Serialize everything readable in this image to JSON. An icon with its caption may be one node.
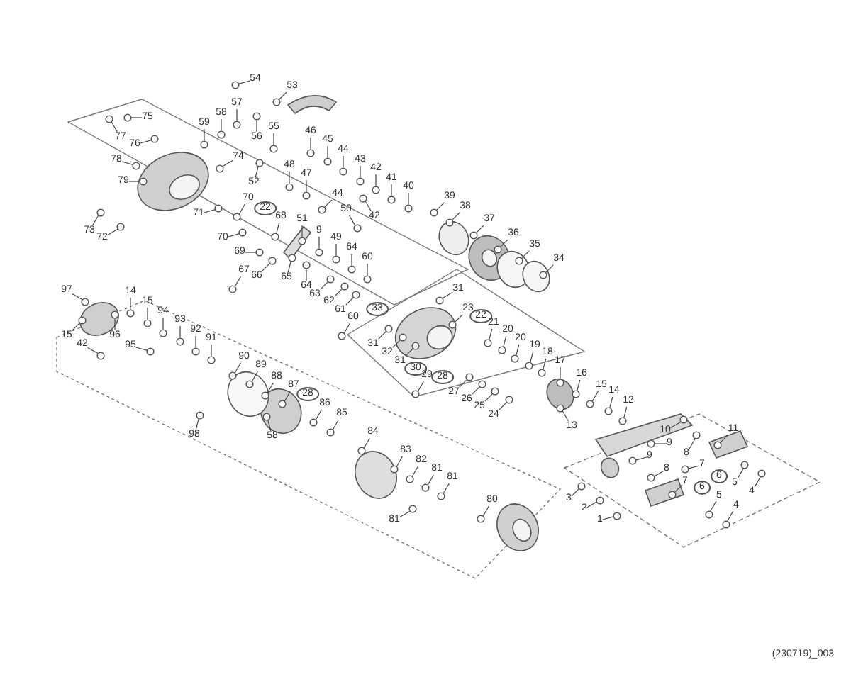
{
  "diagram": {
    "nodes": [
      {
        "text": [
          "75"
        ]
      },
      {
        "text": [
          "54"
        ]
      },
      {
        "text": [
          "53"
        ]
      },
      {
        "text": [
          "57"
        ]
      },
      {
        "text": [
          "58"
        ]
      },
      {
        "text": [
          "59"
        ]
      },
      {
        "text": [
          "55"
        ]
      },
      {
        "text": [
          "46"
        ]
      },
      {
        "text": [
          "56"
        ]
      },
      {
        "text": [
          "77"
        ]
      },
      {
        "text": [
          "45"
        ]
      },
      {
        "text": [
          "76"
        ]
      },
      {
        "text": [
          "44"
        ]
      },
      {
        "text": [
          "74"
        ]
      },
      {
        "text": [
          "43"
        ]
      },
      {
        "text": [
          "78"
        ]
      },
      {
        "text": [
          "48"
        ]
      },
      {
        "text": [
          "42"
        ]
      },
      {
        "text": [
          "47"
        ]
      },
      {
        "text": [
          "41"
        ]
      },
      {
        "text": [
          "79"
        ]
      },
      {
        "text": [
          "52"
        ]
      },
      {
        "text": [
          "40"
        ]
      },
      {
        "text": [
          "44"
        ]
      },
      {
        "text": [
          "39"
        ]
      },
      {
        "text": [
          "70"
        ]
      },
      {
        "text": [
          "22"
        ]
      },
      {
        "text": [
          "38"
        ]
      },
      {
        "text": [
          "50"
        ]
      },
      {
        "text": [
          "71"
        ]
      },
      {
        "text": [
          "68"
        ]
      },
      {
        "text": [
          "42"
        ]
      },
      {
        "text": [
          "51"
        ]
      },
      {
        "text": [
          "37"
        ]
      },
      {
        "text": [
          "9"
        ]
      },
      {
        "text": [
          "73"
        ]
      },
      {
        "text": [
          "36"
        ]
      },
      {
        "text": [
          "72"
        ]
      },
      {
        "text": [
          "70"
        ]
      },
      {
        "text": [
          "49"
        ]
      },
      {
        "text": [
          "35"
        ]
      },
      {
        "text": [
          "64"
        ]
      },
      {
        "text": [
          "69"
        ]
      },
      {
        "text": [
          "60"
        ]
      },
      {
        "text": [
          "34"
        ]
      },
      {
        "text": [
          "67"
        ]
      },
      {
        "text": [
          "66"
        ]
      },
      {
        "text": [
          "65"
        ]
      },
      {
        "text": [
          "64"
        ]
      },
      {
        "text": [
          "31"
        ]
      },
      {
        "text": [
          "97"
        ]
      },
      {
        "text": [
          "14"
        ]
      },
      {
        "text": [
          "63"
        ]
      },
      {
        "text": [
          "15"
        ]
      },
      {
        "text": [
          "62"
        ]
      },
      {
        "text": [
          "33"
        ]
      },
      {
        "text": [
          "23"
        ]
      },
      {
        "text": [
          "61"
        ]
      },
      {
        "text": [
          "94"
        ]
      },
      {
        "text": [
          "22"
        ]
      },
      {
        "text": [
          "60"
        ]
      },
      {
        "text": [
          "93"
        ]
      },
      {
        "text": [
          "21"
        ]
      },
      {
        "text": [
          "92"
        ]
      },
      {
        "text": [
          "20"
        ]
      },
      {
        "text": [
          "15"
        ]
      },
      {
        "text": [
          "96"
        ]
      },
      {
        "text": [
          "20"
        ]
      },
      {
        "text": [
          "91"
        ]
      },
      {
        "text": [
          "42"
        ]
      },
      {
        "text": [
          "31"
        ]
      },
      {
        "text": [
          "95"
        ]
      },
      {
        "text": [
          "19"
        ]
      },
      {
        "text": [
          "32"
        ]
      },
      {
        "text": [
          "18"
        ]
      },
      {
        "text": [
          "90"
        ]
      },
      {
        "text": [
          "31"
        ]
      },
      {
        "text": [
          "17"
        ]
      },
      {
        "text": [
          "89"
        ]
      },
      {
        "text": [
          "30"
        ]
      },
      {
        "text": [
          "16"
        ]
      },
      {
        "text": [
          "29"
        ]
      },
      {
        "text": [
          "88"
        ]
      },
      {
        "text": [
          "28"
        ]
      },
      {
        "text": [
          "15"
        ]
      },
      {
        "text": [
          "87"
        ]
      },
      {
        "text": [
          "14"
        ]
      },
      {
        "text": [
          "27"
        ]
      },
      {
        "text": [
          "28"
        ]
      },
      {
        "text": [
          "12"
        ]
      },
      {
        "text": [
          "26"
        ]
      },
      {
        "text": [
          "86"
        ]
      },
      {
        "text": [
          "25"
        ]
      },
      {
        "text": [
          "85"
        ]
      },
      {
        "text": [
          "24"
        ]
      },
      {
        "text": [
          "13"
        ]
      },
      {
        "text": [
          "11"
        ]
      },
      {
        "text": [
          "10"
        ]
      },
      {
        "text": [
          "84"
        ]
      },
      {
        "text": [
          "98"
        ]
      },
      {
        "text": [
          "58"
        ]
      },
      {
        "text": [
          "9"
        ]
      },
      {
        "text": [
          "83"
        ]
      },
      {
        "text": [
          "9"
        ]
      },
      {
        "text": [
          "8"
        ]
      },
      {
        "text": [
          "82"
        ]
      },
      {
        "text": [
          "7"
        ]
      },
      {
        "text": [
          "8"
        ]
      },
      {
        "text": [
          "81"
        ]
      },
      {
        "text": [
          "6"
        ]
      },
      {
        "text": [
          "81"
        ]
      },
      {
        "text": [
          "7"
        ]
      },
      {
        "text": [
          "5"
        ]
      },
      {
        "text": [
          "6"
        ]
      },
      {
        "text": [
          "4"
        ]
      },
      {
        "text": [
          "5"
        ]
      },
      {
        "text": [
          "3"
        ]
      },
      {
        "text": [
          "80"
        ]
      },
      {
        "text": [
          "4"
        ]
      },
      {
        "text": [
          "2"
        ]
      },
      {
        "text": [
          "81"
        ]
      },
      {
        "text": [
          "1"
        ]
      },
      {
        "text": [],
        "shape": "circle"
      },
      {
        "text": [],
        "shape": "circle"
      },
      {
        "text": [],
        "shape": "circle"
      },
      {
        "text": [],
        "shape": "circle"
      },
      {
        "text": [],
        "shape": "circle"
      },
      {
        "text": [],
        "shape": "circle"
      },
      {
        "text": [],
        "shape": "circle"
      },
      {
        "text": [],
        "shape": "circle"
      },
      {
        "text": [],
        "shape": "circle"
      },
      {
        "text": [],
        "shape": "circle"
      },
      {
        "text": [],
        "shape": "circle"
      },
      {
        "text": [],
        "shape": "circle"
      },
      {
        "text": [],
        "shape": "circle"
      },
      {
        "text": [],
        "shape": "circle"
      },
      {
        "text": [],
        "shape": "circle"
      },
      {
        "text": [],
        "shape": "circle"
      },
      {
        "text": [],
        "shape": "circle"
      },
      {
        "text": [],
        "shape": "circle"
      },
      {
        "text": [],
        "shape": "circle"
      },
      {
        "text": [],
        "shape": "circle"
      },
      {
        "text": [],
        "shape": "circle"
      },
      {
        "text": [],
        "shape": "circle"
      },
      {
        "text": [],
        "shape": "circle"
      },
      {
        "text": [],
        "shape": "circle"
      },
      {
        "text": [],
        "shape": "circle"
      },
      {
        "text": [],
        "shape": "circle"
      },
      {
        "text": [],
        "shape": "circle"
      },
      {
        "text": [],
        "shape": "circle"
      },
      {
        "text": [],
        "shape": "circle"
      },
      {
        "text": [],
        "shape": "circle"
      },
      {
        "text": [],
        "shape": "circle"
      },
      {
        "text": [],
        "shape": "circle"
      },
      {
        "text": [],
        "shape": "circle"
      },
      {
        "text": [],
        "shape": "circle"
      },
      {
        "text": [],
        "shape": "circle"
      },
      {
        "text": [],
        "shape": "circle"
      },
      {
        "text": [],
        "shape": "circle"
      },
      {
        "text": [],
        "shape": "circle"
      },
      {
        "text": [],
        "shape": "circle"
      },
      {
        "text": [],
        "shape": "circle"
      },
      {
        "text": [],
        "shape": "circle"
      },
      {
        "text": [],
        "shape": "circle"
      },
      {
        "text": [],
        "shape": "circle"
      },
      {
        "text": [],
        "shape": "circle"
      },
      {
        "text": [],
        "shape": "circle"
      },
      {
        "text": [],
        "shape": "circle"
      },
      {
        "text": [],
        "shape": "circle"
      },
      {
        "text": [],
        "shape": "circle"
      },
      {
        "text": [],
        "shape": "circle"
      },
      {
        "text": [],
        "shape": "circle"
      },
      {
        "text": [],
        "shape": "circle"
      },
      {
        "text": [],
        "shape": "circle"
      },
      {
        "text": [],
        "shape": "circle"
      },
      {
        "text": [],
        "shape": "circle"
      },
      {
        "text": [],
        "shape": "circle"
      },
      {
        "text": [],
        "shape": "circle"
      },
      {
        "text": [],
        "shape": "circle"
      },
      {
        "text": [],
        "shape": "circle"
      },
      {
        "text": [],
        "shape": "circle"
      },
      {
        "text": [],
        "shape": "circle"
      },
      {
        "text": [],
        "shape": "circle"
      },
      {
        "text": [],
        "shape": "circle"
      },
      {
        "text": [],
        "shape": "circle"
      },
      {
        "text": [],
        "shape": "circle"
      },
      {
        "text": [],
        "shape": "circle"
      },
      {
        "text": [],
        "shape": "circle"
      },
      {
        "text": [],
        "shape": "circle"
      },
      {
        "text": [],
        "shape": "circle"
      },
      {
        "text": [],
        "shape": "circle"
      },
      {
        "text": [],
        "shape": "circle"
      },
      {
        "text": [],
        "shape": "circle"
      },
      {
        "text": [],
        "shape": "circle"
      },
      {
        "text": [],
        "shape": "circle"
      },
      {
        "text": [],
        "shape": "circle"
      },
      {
        "text": [],
        "shape": "circle"
      },
      {
        "text": [],
        "shape": "circle"
      },
      {
        "text": [],
        "shape": "circle"
      },
      {
        "text": [],
        "shape": "circle"
      },
      {
        "text": [],
        "shape": "circle"
      },
      {
        "text": [],
        "shape": "circle"
      },
      {
        "text": [],
        "shape": "circle"
      },
      {
        "text": [],
        "shape": "circle"
      },
      {
        "text": [],
        "shape": "circle"
      },
      {
        "text": [],
        "shape": "circle"
      },
      {
        "text": [],
        "shape": "circle"
      },
      {
        "text": [],
        "shape": "circle"
      },
      {
        "text": [],
        "shape": "circle"
      },
      {
        "text": [],
        "shape": "circle"
      },
      {
        "text": [],
        "shape": "circle"
      },
      {
        "text": [],
        "shape": "circle"
      },
      {
        "text": [],
        "shape": "circle"
      },
      {
        "text": [],
        "shape": "circle"
      },
      {
        "text": [],
        "shape": "circle"
      },
      {
        "text": [],
        "shape": "circle"
      },
      {
        "text": [],
        "shape": "circle"
      },
      {
        "text": [],
        "shape": "circle"
      },
      {
        "text": [],
        "shape": "circle"
      },
      {
        "text": [],
        "shape": "circle"
      },
      {
        "text": [],
        "shape": "circle"
      },
      {
        "text": [],
        "shape": "circle"
      },
      {
        "text": [],
        "shape": "circle"
      },
      {
        "text": [],
        "shape": "circle"
      },
      {
        "text": [],
        "shape": "circle"
      },
      {
        "text": [],
        "shape": "circle"
      },
      {
        "text": [],
        "shape": "circle"
      },
      {
        "text": [],
        "shape": "circle"
      },
      {
        "text": [],
        "shape": "circle"
      },
      {
        "text": [],
        "shape": "circle"
      },
      {
        "text": [],
        "shape": "circle"
      },
      {
        "text": [],
        "shape": "circle"
      },
      {
        "text": [],
        "shape": "circle"
      },
      {
        "text": [],
        "shape": "circle"
      },
      {
        "text": [],
        "shape": "circle"
      },
      {
        "text": [],
        "shape": "circle"
      }
    ],
    "edges": [
      {
        "from": 0,
        "to": 122,
        "arrow": "none"
      },
      {
        "from": 1,
        "to": 123,
        "arrow": "none"
      },
      {
        "from": 2,
        "to": 124,
        "arrow": "none"
      },
      {
        "from": 3,
        "to": 125,
        "arrow": "none"
      },
      {
        "from": 4,
        "to": 126,
        "arrow": "none"
      },
      {
        "from": 5,
        "to": 127,
        "arrow": "none"
      },
      {
        "from": 6,
        "to": 128,
        "arrow": "none"
      },
      {
        "from": 7,
        "to": 129,
        "arrow": "none"
      },
      {
        "from": 8,
        "to": 130,
        "arrow": "none"
      },
      {
        "from": 9,
        "to": 131,
        "arrow": "none"
      },
      {
        "from": 10,
        "to": 132,
        "arrow": "none"
      },
      {
        "from": 11,
        "to": 133,
        "arrow": "none"
      },
      {
        "from": 12,
        "to": 134,
        "arrow": "none"
      },
      {
        "from": 13,
        "to": 135,
        "arrow": "none"
      },
      {
        "from": 14,
        "to": 136,
        "arrow": "none"
      },
      {
        "from": 15,
        "to": 137,
        "arrow": "none"
      },
      {
        "from": 16,
        "to": 138,
        "arrow": "none"
      },
      {
        "from": 17,
        "to": 139,
        "arrow": "none"
      },
      {
        "from": 18,
        "to": 140,
        "arrow": "none"
      },
      {
        "from": 19,
        "to": 141,
        "arrow": "none"
      },
      {
        "from": 20,
        "to": 142,
        "arrow": "none"
      },
      {
        "from": 21,
        "to": 143,
        "arrow": "none"
      },
      {
        "from": 22,
        "to": 144,
        "arrow": "none"
      },
      {
        "from": 23,
        "to": 145,
        "arrow": "none"
      },
      {
        "from": 24,
        "to": 146,
        "arrow": "none"
      },
      {
        "from": 25,
        "to": 147,
        "arrow": "none"
      },
      {
        "from": 27,
        "to": 148,
        "arrow": "none"
      },
      {
        "from": 28,
        "to": 149,
        "arrow": "none"
      },
      {
        "from": 29,
        "to": 150,
        "arrow": "none"
      },
      {
        "from": 30,
        "to": 151,
        "arrow": "none"
      },
      {
        "from": 31,
        "to": 152,
        "arrow": "none"
      },
      {
        "from": 32,
        "to": 153,
        "arrow": "none"
      },
      {
        "from": 33,
        "to": 154,
        "arrow": "none"
      },
      {
        "from": 34,
        "to": 155,
        "arrow": "none"
      },
      {
        "from": 35,
        "to": 156,
        "arrow": "none"
      },
      {
        "from": 36,
        "to": 157,
        "arrow": "none"
      },
      {
        "from": 37,
        "to": 158,
        "arrow": "none"
      },
      {
        "from": 38,
        "to": 159,
        "arrow": "none"
      },
      {
        "from": 39,
        "to": 160,
        "arrow": "none"
      },
      {
        "from": 40,
        "to": 161,
        "arrow": "none"
      },
      {
        "from": 41,
        "to": 162,
        "arrow": "none"
      },
      {
        "from": 42,
        "to": 163,
        "arrow": "none"
      },
      {
        "from": 43,
        "to": 164,
        "arrow": "none"
      },
      {
        "from": 44,
        "to": 165,
        "arrow": "none"
      },
      {
        "from": 45,
        "to": 166,
        "arrow": "none"
      },
      {
        "from": 46,
        "to": 167,
        "arrow": "none"
      },
      {
        "from": 47,
        "to": 168,
        "arrow": "none"
      },
      {
        "from": 48,
        "to": 169,
        "arrow": "none"
      },
      {
        "from": 49,
        "to": 170,
        "arrow": "none"
      },
      {
        "from": 50,
        "to": 171,
        "arrow": "none"
      },
      {
        "from": 51,
        "to": 172,
        "arrow": "none"
      },
      {
        "from": 52,
        "to": 173,
        "arrow": "none"
      },
      {
        "from": 53,
        "to": 174,
        "arrow": "none"
      },
      {
        "from": 54,
        "to": 175,
        "arrow": "none"
      },
      {
        "from": 56,
        "to": 176,
        "arrow": "none"
      },
      {
        "from": 57,
        "to": 177,
        "arrow": "none"
      },
      {
        "from": 58,
        "to": 178,
        "arrow": "none"
      },
      {
        "from": 60,
        "to": 179,
        "arrow": "none"
      },
      {
        "from": 61,
        "to": 180,
        "arrow": "none"
      },
      {
        "from": 62,
        "to": 181,
        "arrow": "none"
      },
      {
        "from": 63,
        "to": 182,
        "arrow": "none"
      },
      {
        "from": 64,
        "to": 183,
        "arrow": "none"
      },
      {
        "from": 65,
        "to": 184,
        "arrow": "none"
      },
      {
        "from": 66,
        "to": 185,
        "arrow": "none"
      },
      {
        "from": 67,
        "to": 186,
        "arrow": "none"
      },
      {
        "from": 68,
        "to": 187,
        "arrow": "none"
      },
      {
        "from": 69,
        "to": 188,
        "arrow": "none"
      },
      {
        "from": 70,
        "to": 189,
        "arrow": "none"
      },
      {
        "from": 71,
        "to": 190,
        "arrow": "none"
      },
      {
        "from": 72,
        "to": 191,
        "arrow": "none"
      },
      {
        "from": 73,
        "to": 192,
        "arrow": "none"
      },
      {
        "from": 74,
        "to": 193,
        "arrow": "none"
      },
      {
        "from": 75,
        "to": 194,
        "arrow": "none"
      },
      {
        "from": 76,
        "to": 195,
        "arrow": "none"
      },
      {
        "from": 77,
        "to": 196,
        "arrow": "none"
      },
      {
        "from": 78,
        "to": 197,
        "arrow": "none"
      },
      {
        "from": 80,
        "to": 198,
        "arrow": "none"
      },
      {
        "from": 81,
        "to": 199,
        "arrow": "none"
      },
      {
        "from": 82,
        "to": 200,
        "arrow": "none"
      },
      {
        "from": 84,
        "to": 201,
        "arrow": "none"
      },
      {
        "from": 85,
        "to": 202,
        "arrow": "none"
      },
      {
        "from": 86,
        "to": 203,
        "arrow": "none"
      },
      {
        "from": 87,
        "to": 204,
        "arrow": "none"
      },
      {
        "from": 89,
        "to": 205,
        "arrow": "none"
      },
      {
        "from": 90,
        "to": 206,
        "arrow": "none"
      },
      {
        "from": 91,
        "to": 207,
        "arrow": "none"
      },
      {
        "from": 92,
        "to": 208,
        "arrow": "none"
      },
      {
        "from": 93,
        "to": 209,
        "arrow": "none"
      },
      {
        "from": 94,
        "to": 210,
        "arrow": "none"
      },
      {
        "from": 95,
        "to": 211,
        "arrow": "none"
      },
      {
        "from": 96,
        "to": 212,
        "arrow": "none"
      },
      {
        "from": 97,
        "to": 213,
        "arrow": "none"
      },
      {
        "from": 98,
        "to": 214,
        "arrow": "none"
      },
      {
        "from": 99,
        "to": 215,
        "arrow": "none"
      },
      {
        "from": 100,
        "to": 216,
        "arrow": "none"
      },
      {
        "from": 101,
        "to": 217,
        "arrow": "none"
      },
      {
        "from": 102,
        "to": 218,
        "arrow": "none"
      },
      {
        "from": 103,
        "to": 219,
        "arrow": "none"
      },
      {
        "from": 104,
        "to": 220,
        "arrow": "none"
      },
      {
        "from": 105,
        "to": 221,
        "arrow": "none"
      },
      {
        "from": 106,
        "to": 222,
        "arrow": "none"
      },
      {
        "from": 107,
        "to": 223,
        "arrow": "none"
      },
      {
        "from": 108,
        "to": 224,
        "arrow": "none"
      },
      {
        "from": 110,
        "to": 225,
        "arrow": "none"
      },
      {
        "from": 111,
        "to": 226,
        "arrow": "none"
      },
      {
        "from": 112,
        "to": 227,
        "arrow": "none"
      },
      {
        "from": 114,
        "to": 228,
        "arrow": "none"
      },
      {
        "from": 115,
        "to": 229,
        "arrow": "none"
      },
      {
        "from": 116,
        "to": 230,
        "arrow": "none"
      },
      {
        "from": 117,
        "to": 231,
        "arrow": "none"
      },
      {
        "from": 118,
        "to": 232,
        "arrow": "none"
      },
      {
        "from": 119,
        "to": 233,
        "arrow": "none"
      },
      {
        "from": 120,
        "to": 234,
        "arrow": "none"
      },
      {
        "from": 121,
        "to": 235,
        "arrow": "none"
      }
    ],
    "labels": [
      "(230719)_003"
    ]
  }
}
